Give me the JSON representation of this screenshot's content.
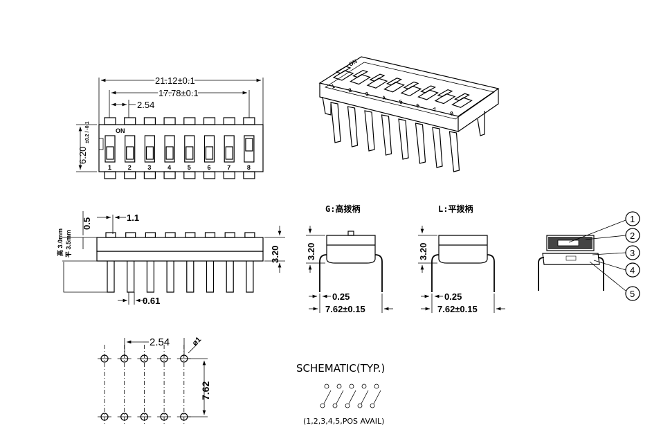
{
  "top_view": {
    "dim_overall": "21.12±0.1",
    "dim_span": "17.78±0.1",
    "dim_pitch": "2.54",
    "dim_width": "6.20",
    "dim_width_tol": "±0.2 / -0.1",
    "on_label": "ON",
    "switch_numbers": [
      "1",
      "2",
      "3",
      "4",
      "5",
      "6",
      "7",
      "8"
    ]
  },
  "iso_view": {
    "on_label": "ON",
    "switch_numbers": [
      "1",
      "2",
      "3",
      "4",
      "5",
      "6",
      "7",
      "8"
    ]
  },
  "side_view": {
    "dim_gap": "0.5",
    "dim_tab": "1.1",
    "dim_pin": "0.61",
    "dim_height": "3.20",
    "lever_high": "高 3.0mm",
    "lever_low": "平 3.5mm"
  },
  "g_view": {
    "title": "G:高拨柄",
    "dim_height": "3.20",
    "dim_pin": "0.25",
    "dim_row": "7.62±0.15"
  },
  "l_view": {
    "title": "L:平拨柄",
    "dim_height": "3.20",
    "dim_pin": "0.25",
    "dim_row": "7.62±0.15"
  },
  "section_view": {
    "callouts": [
      "1",
      "2",
      "3",
      "4",
      "5"
    ]
  },
  "pcb_layout": {
    "dim_pitch": "2.54",
    "dim_hole": "ø1",
    "dim_row": "7.62"
  },
  "schematic": {
    "title": "SCHEMATIC(TYP.)",
    "note": "(1,2,3,4,5,POS  AVAIL)"
  }
}
